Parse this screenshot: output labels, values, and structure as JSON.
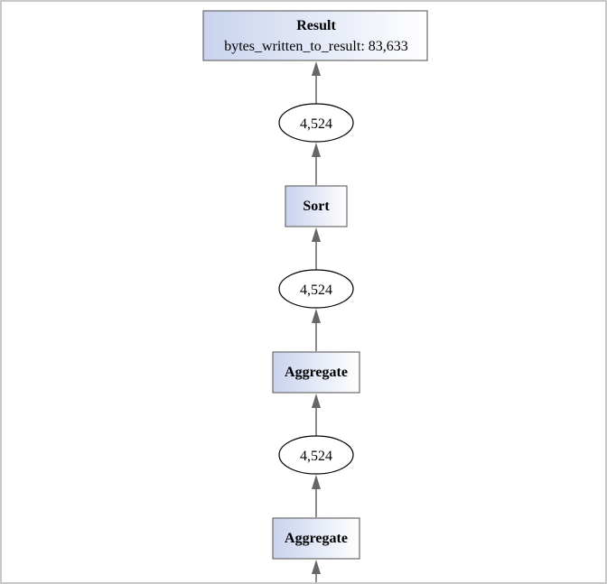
{
  "nodes": {
    "result": {
      "title": "Result",
      "detail": "bytes_written_to_result: 83,633"
    },
    "sort": {
      "title": "Sort"
    },
    "aggregate_1": {
      "title": "Aggregate"
    },
    "aggregate_2": {
      "title": "Aggregate"
    }
  },
  "edges": {
    "sort_to_result": {
      "rows": "4,524"
    },
    "aggregate_1_to_sort": {
      "rows": "4,524"
    },
    "aggregate_2_to_aggregate_1": {
      "rows": "4,524"
    }
  },
  "colors": {
    "node_fill_start": "#c9d3ee",
    "node_fill_end": "#ffffff",
    "node_border": "#6b6b6b",
    "edge": "#666666"
  }
}
